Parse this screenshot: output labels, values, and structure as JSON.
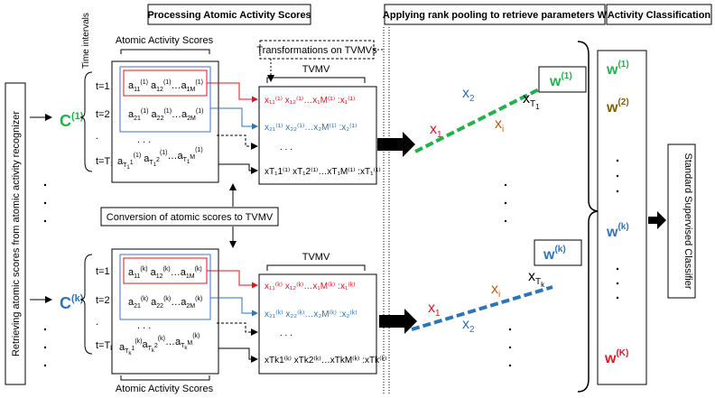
{
  "headers": {
    "processing": "Processing Atomic Activity Scores",
    "rank_pooling": "Applying rank pooling to retrieve parameters W",
    "classification": "Activity Classification"
  },
  "left_label": "Retrieving atomic scores from atomic activity recognizer",
  "time_intervals": "Time intervals",
  "aas_label": "Atomic Activity Scores",
  "tvmv_label": "TVMV",
  "transform_label": "Transformations on TVMVs",
  "conversion_label": "Conversion of atomic scores to TVMV",
  "classifier_label": "Standard Supervised Classifier",
  "top": {
    "C_base": "C",
    "C_sup": "(1)",
    "t_rows": [
      {
        "base": "t=1",
        "sub": ""
      },
      {
        "base": "t=2",
        "sub": ""
      },
      {
        "base": "t=T",
        "sub": "1"
      }
    ],
    "w_base": "w",
    "w_sup": "(1)"
  },
  "bottom": {
    "C_base": "C",
    "C_sup": "(k)",
    "t_rows": [
      {
        "base": "t=1",
        "sub": ""
      },
      {
        "base": "t=2",
        "sub": ""
      },
      {
        "base": "t=T",
        "sub": "k"
      }
    ],
    "w_base": "w",
    "w_sup": "(k)"
  },
  "matrix_top": [
    [
      [
        "a",
        "11",
        "(1)"
      ],
      [
        " a",
        "12",
        "(1)"
      ],
      [
        "…a",
        "1M",
        "(1)"
      ]
    ],
    [
      [
        "a",
        "21",
        "(1)"
      ],
      [
        " a",
        "22",
        "(1)"
      ],
      [
        "…a",
        "2M",
        "(1)"
      ]
    ],
    [
      [
        "a",
        "T",
        "1",
        "(1)"
      ],
      [
        " a",
        "T",
        "2",
        "(1)"
      ],
      [
        "…a",
        "T",
        "1M",
        "(1)"
      ]
    ]
  ],
  "tvmv_top": {
    "row1": "x₁₁⁽¹⁾ x₁₂⁽¹⁾…x₁M⁽¹⁾ :x₁⁽¹⁾",
    "row2": "x₂₁⁽¹⁾ x₂₂⁽¹⁾…x₂M⁽¹⁾ :x₂⁽¹⁾",
    "row3": "xT₁1⁽¹⁾ xT₁2⁽¹⁾…xT₁M⁽¹⁾ :xT₁⁽¹⁾"
  },
  "tvmv_bottom": {
    "row1": "x₁₁⁽ᵏ⁾ x₁₂⁽ᵏ⁾…x₁M⁽ᵏ⁾ :x₁⁽ᵏ⁾",
    "row2": "x₂₁⁽ᵏ⁾ x₂₂⁽ᵏ⁾…x₂M⁽ᵏ⁾ :x₂⁽ᵏ⁾",
    "row3": "xTk1⁽ᵏ⁾ xTk2⁽ᵏ⁾…xTkM⁽ᵏ⁾ :xTk⁽ᵏ⁾"
  },
  "weights_column": [
    {
      "base": "w",
      "sup": "(1)",
      "color": "#22b14c"
    },
    {
      "base": "w",
      "sup": "(2)",
      "color": "#806000"
    },
    {
      "base": "w",
      "sup": "(k)",
      "color": "#2e75b6"
    },
    {
      "base": "w",
      "sup": "(K)",
      "color": "#e81123"
    }
  ],
  "pool_labels": {
    "x1": "x",
    "x1_sub": "1",
    "x2": "x",
    "x2_sub": "2",
    "xi": "x",
    "xi_sub": "i",
    "xT": "x",
    "xT_sub": "T"
  },
  "colors": {
    "green": "#22b14c",
    "blue": "#2e75b6",
    "red": "#e81123",
    "orange": "#c55a11",
    "brown": "#806000",
    "steel": "#4472c4"
  }
}
